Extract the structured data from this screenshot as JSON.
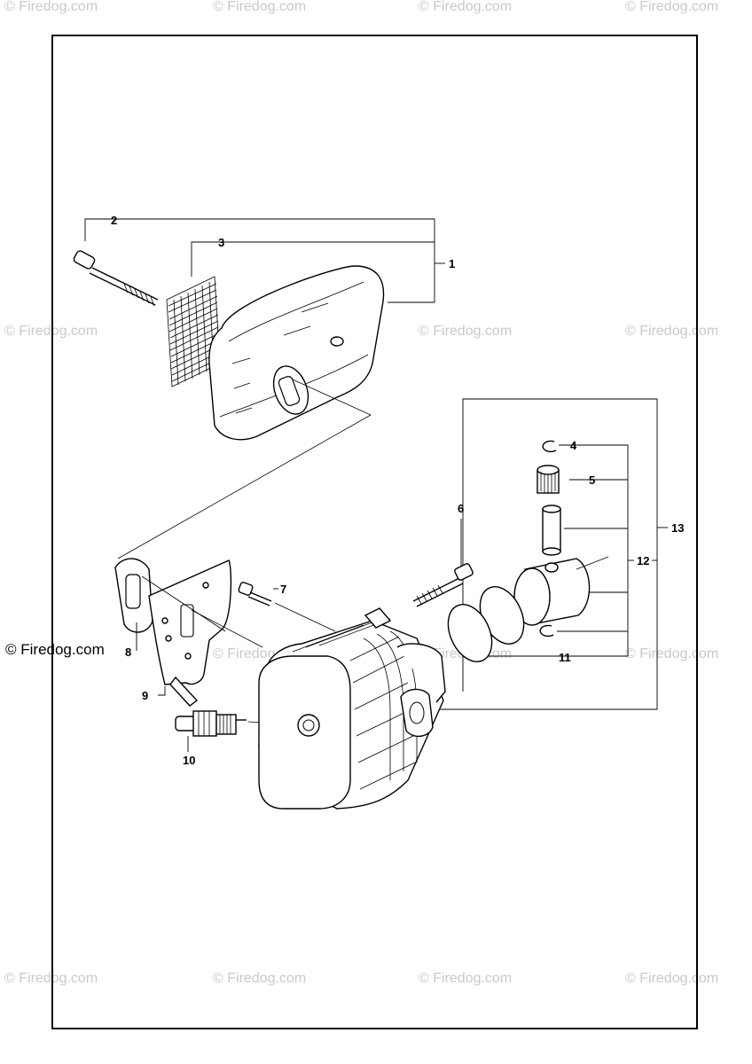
{
  "callouts": {
    "c1": "1",
    "c2": "2",
    "c3": "3",
    "c4": "4",
    "c5": "5",
    "c6": "6",
    "c7": "7",
    "c8": "8",
    "c9": "9",
    "c10": "10",
    "c11": "11",
    "c12": "12",
    "c13": "13"
  },
  "watermarks": {
    "text": "© Firedog.com",
    "side_label": "© Firedog.com"
  }
}
